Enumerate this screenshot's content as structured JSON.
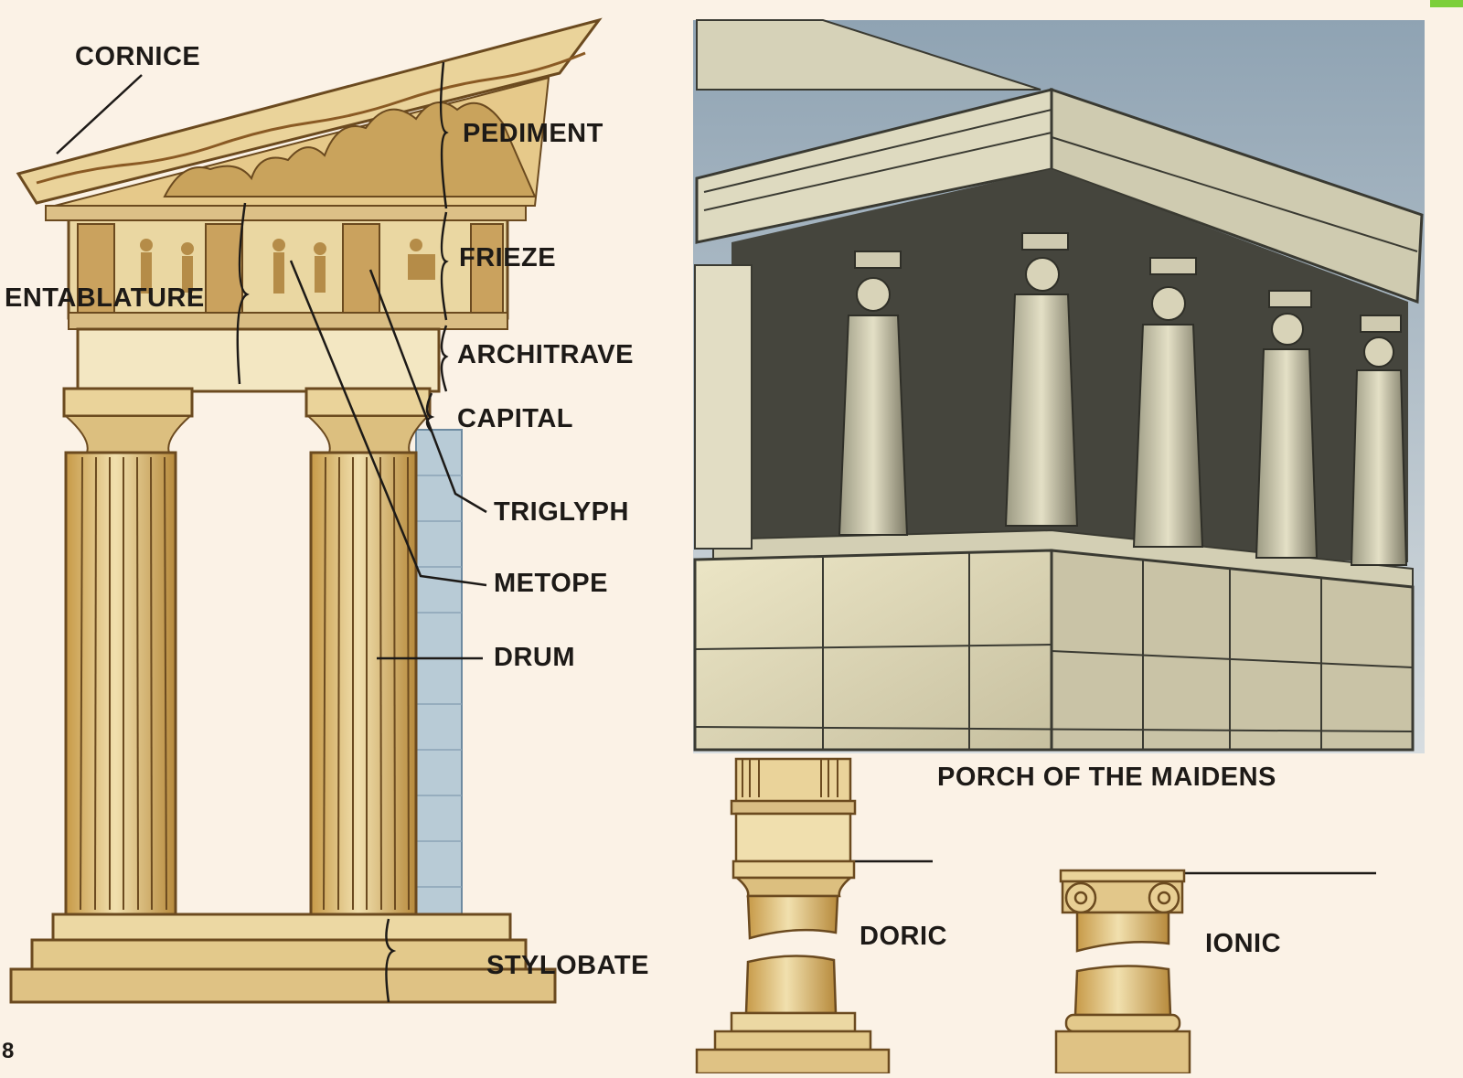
{
  "temple_labels": {
    "cornice": "CORNICE",
    "pediment": "PEDIMENT",
    "frieze": "FRIEZE",
    "entablature": "ENTABLATURE",
    "architrave": "ARCHITRAVE",
    "capital": "CAPITAL",
    "triglyph": "TRIGLYPH",
    "metope": "METOPE",
    "drum": "DRUM",
    "stylobate": "STYLOBATE"
  },
  "porch_caption": "PORCH OF THE MAIDENS",
  "orders": {
    "doric": "DORIC",
    "ionic": "IONIC"
  },
  "page_number": "8",
  "colors": {
    "paper": "#fbf2e6",
    "stone": "#e8d49a",
    "stone_shadow": "#b88a3c",
    "ink": "#1d1a17",
    "sky": "#a9b8c4",
    "porch_dark": "#3f3f38"
  }
}
